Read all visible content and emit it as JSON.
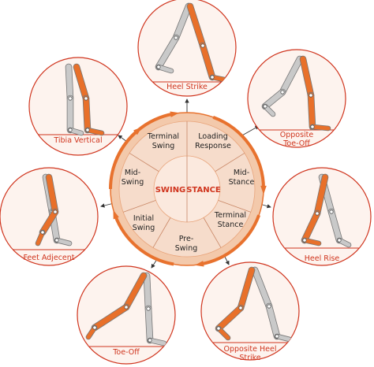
{
  "center": {
    "left": "SWING",
    "right": "STANCE"
  },
  "phases": [
    {
      "id": "loading-response",
      "lines": [
        "Loading",
        "Response"
      ]
    },
    {
      "id": "mid-stance",
      "lines": [
        "Mid-",
        "Stance"
      ]
    },
    {
      "id": "terminal-stance",
      "lines": [
        "Terminal",
        "Stance"
      ]
    },
    {
      "id": "pre-swing",
      "lines": [
        "Pre-",
        "Swing"
      ]
    },
    {
      "id": "initial-swing",
      "lines": [
        "Initial",
        "Swing"
      ]
    },
    {
      "id": "mid-swing",
      "lines": [
        "Mid-",
        "Swing"
      ]
    },
    {
      "id": "terminal-swing",
      "lines": [
        "Terminal",
        "Swing"
      ]
    }
  ],
  "events": [
    {
      "id": "heel-strike",
      "lines": [
        "Heel Strike"
      ]
    },
    {
      "id": "opposite-toe-off",
      "lines": [
        "Opposite",
        "Toe-Off"
      ]
    },
    {
      "id": "heel-rise",
      "lines": [
        "Heel Rise"
      ]
    },
    {
      "id": "opposite-heel-strike",
      "lines": [
        "Opposite Heel",
        "Strike"
      ]
    },
    {
      "id": "toe-off",
      "lines": [
        "Toe-Off"
      ]
    },
    {
      "id": "feet-adjacent",
      "lines": [
        "Feet Adjecent"
      ]
    },
    {
      "id": "tibia-vertical",
      "lines": [
        "Tibia Vertical"
      ]
    }
  ],
  "colors": {
    "accent": "#d0351e",
    "wheel_outer": "#f3c9ab",
    "wheel_inner": "#f6dccb",
    "center_fill": "#fbe9de",
    "arrow": "#e8722e",
    "leg_orange": "#e8702a",
    "leg_gray": "#c9c9c9",
    "node_fill": "#fdf3ee"
  }
}
